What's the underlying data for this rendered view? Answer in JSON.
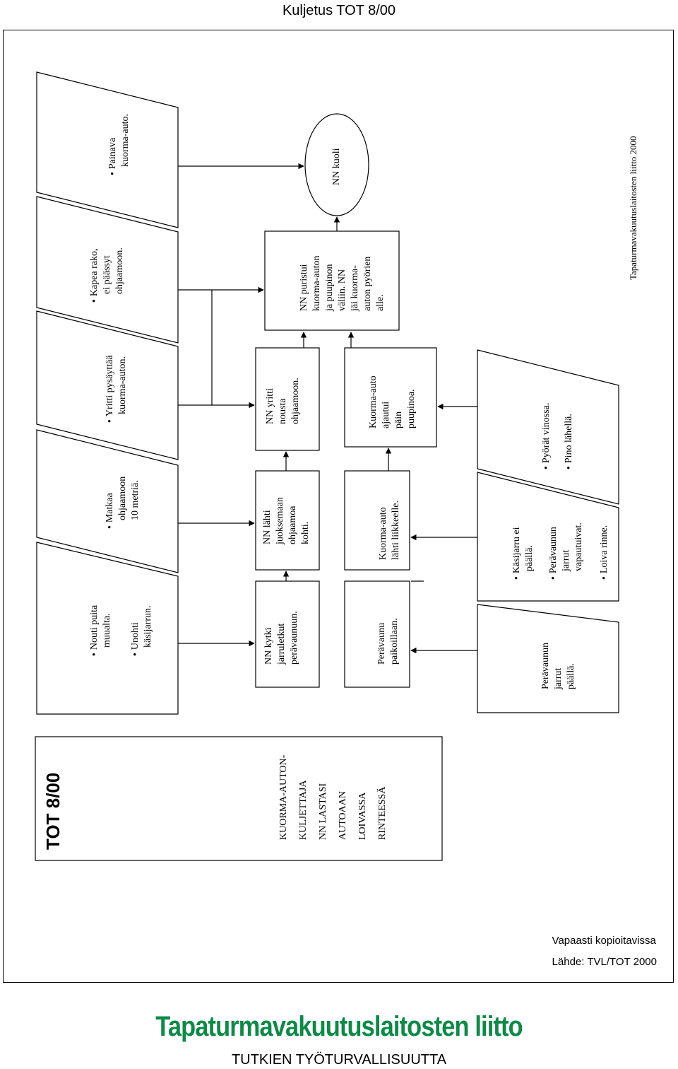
{
  "header": {
    "title": "Kuljetus TOT 8/00"
  },
  "case_box": {
    "id": "TOT 8/00",
    "title_lines": [
      "KUORMA-AUTON-",
      "KULJETTAJA",
      "NN LASTASI",
      "AUTOAAN",
      "LOIVASSA",
      "RINTEESSÄ"
    ]
  },
  "top_row": [
    {
      "lines": [
        "Nouti puita",
        "muualta."
      ],
      "bullet": true,
      "lines2": [
        "Unohti",
        "käsijarrun."
      ]
    },
    {
      "lines": [
        "Matkaa",
        "ohjaamoon",
        "10 metriä."
      ],
      "bullet": true
    },
    {
      "lines": [
        "Yritti pysäyttää",
        "kuorma-auton."
      ],
      "bullet": true
    },
    {
      "lines": [
        "Kapea rako,",
        "ei päässyt",
        "ohjaamoon."
      ],
      "bullet": true
    },
    {
      "lines": [
        "Painava",
        "kuorma-auto."
      ],
      "bullet": true
    }
  ],
  "middle_row": [
    {
      "lines": [
        "NN kytki",
        "jarruletkut",
        "perävaunuun."
      ]
    },
    {
      "lines": [
        "NN lähti",
        "juoksemaan",
        "ohjaamoa",
        "kohti."
      ]
    },
    {
      "lines": [
        "NN yritti",
        "nousta",
        "ohjaamoon."
      ]
    },
    {
      "lines": [
        "NN puristui",
        "kuorma-auton",
        "ja puupinon",
        "väliin. NN",
        "jäi kuorma-",
        "auton pyörien",
        "alle."
      ]
    }
  ],
  "lower_row": [
    {
      "lines": [
        "Perävaunu",
        "paikoillaan."
      ]
    },
    {
      "lines": [
        "Kuorma-auto",
        "lähti liikkeelle."
      ]
    },
    {
      "lines": [
        "Kuorma-auto",
        "ajautui",
        "päin",
        "puupinoa."
      ]
    }
  ],
  "outcome": {
    "label": "NN kuoli"
  },
  "bottom_row": [
    {
      "lines": [
        "Perävaunun",
        "jarrut",
        "päällä."
      ]
    },
    {
      "items": [
        [
          "Käsijarru ei",
          "päällä."
        ],
        [
          "Perävaunun",
          "jarrut",
          "vapautuivat."
        ],
        [
          "Loiva rinne."
        ]
      ]
    },
    {
      "items": [
        [
          "Pyörät vinossa."
        ],
        [
          "Pino lähellä."
        ]
      ]
    }
  ],
  "side_credit": "Tapaturmavakuutuslaitosten liitto 2000",
  "footer": {
    "line1": "Vapaasti kopioitavissa",
    "line2": "Lähde: TVL/TOT 2000"
  },
  "brand": {
    "name": "Tapaturmavakuutuslaitosten liitto",
    "tagline": "TUTKIEN TYÖTURVALLISUUTTA"
  }
}
